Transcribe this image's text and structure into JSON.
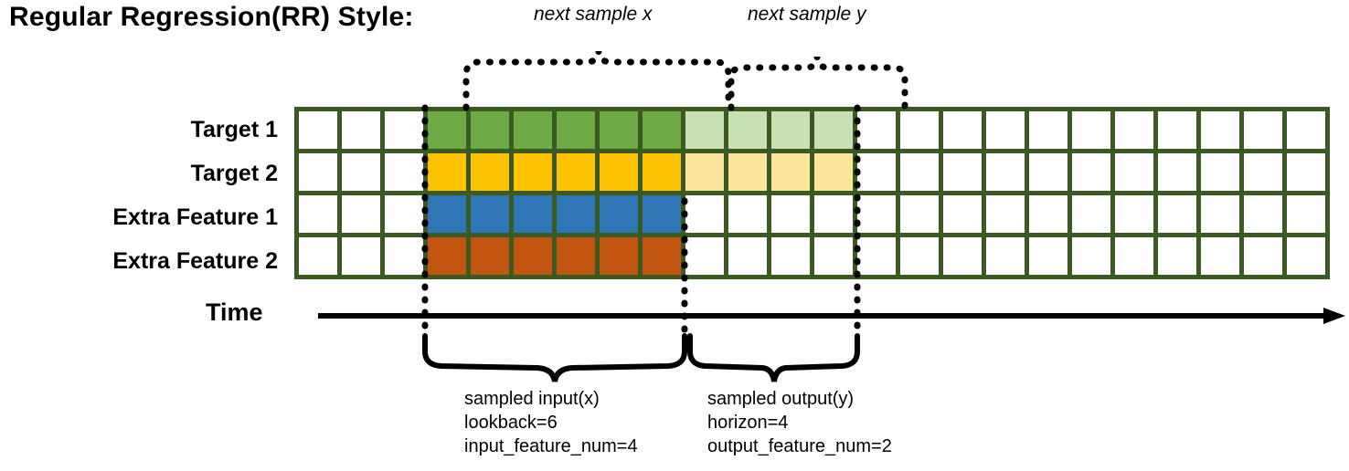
{
  "title": "Regular Regression(RR) Style:",
  "top_annotations": {
    "x_label": "next sample x",
    "y_label": "next sample y"
  },
  "rows": [
    {
      "label": "Target 1",
      "color_key": "green"
    },
    {
      "label": "Target 2",
      "color_key": "yellow"
    },
    {
      "label": "Extra Feature 1",
      "color_key": "blue"
    },
    {
      "label": "Extra Feature 2",
      "color_key": "orange"
    }
  ],
  "axis": {
    "label": "Time"
  },
  "captions": {
    "input": "sampled input(x)\nlookback=6\ninput_feature_num=4",
    "output": "sampled output(y)\nhorizon=4\noutput_feature_num=2"
  },
  "colors": {
    "grid_border": "#3b5a22",
    "empty": "#ffffff",
    "green": "#6fab44",
    "green_light": "#c7e0b4",
    "yellow": "#fdc300",
    "yellow_light": "#fde49b",
    "blue": "#2f76b6",
    "orange": "#c2550f",
    "stroke": "#000000"
  },
  "chart_data": {
    "type": "heatmap",
    "title": "Regular Regression(RR) Style:",
    "columns": 24,
    "rows": 4,
    "row_labels": [
      "Target 1",
      "Target 2",
      "Extra Feature 1",
      "Extra Feature 2"
    ],
    "lookback": 6,
    "horizon": 4,
    "input_feature_num": 4,
    "output_feature_num": 2,
    "input_start_column": 4,
    "input_end_column": 9,
    "output_start_column": 10,
    "output_end_column": 13,
    "cell_fills": [
      [
        "empty",
        "empty",
        "empty",
        "green",
        "green",
        "green",
        "green",
        "green",
        "green",
        "green_light",
        "green_light",
        "green_light",
        "green_light",
        "empty",
        "empty",
        "empty",
        "empty",
        "empty",
        "empty",
        "empty",
        "empty",
        "empty",
        "empty",
        "empty"
      ],
      [
        "empty",
        "empty",
        "empty",
        "yellow",
        "yellow",
        "yellow",
        "yellow",
        "yellow",
        "yellow",
        "yellow_light",
        "yellow_light",
        "yellow_light",
        "yellow_light",
        "empty",
        "empty",
        "empty",
        "empty",
        "empty",
        "empty",
        "empty",
        "empty",
        "empty",
        "empty",
        "empty"
      ],
      [
        "empty",
        "empty",
        "empty",
        "blue",
        "blue",
        "blue",
        "blue",
        "blue",
        "blue",
        "empty",
        "empty",
        "empty",
        "empty",
        "empty",
        "empty",
        "empty",
        "empty",
        "empty",
        "empty",
        "empty",
        "empty",
        "empty",
        "empty",
        "empty"
      ],
      [
        "empty",
        "empty",
        "empty",
        "orange",
        "orange",
        "orange",
        "orange",
        "orange",
        "orange",
        "empty",
        "empty",
        "empty",
        "empty",
        "empty",
        "empty",
        "empty",
        "empty",
        "empty",
        "empty",
        "empty",
        "empty",
        "empty",
        "empty",
        "empty"
      ]
    ]
  }
}
